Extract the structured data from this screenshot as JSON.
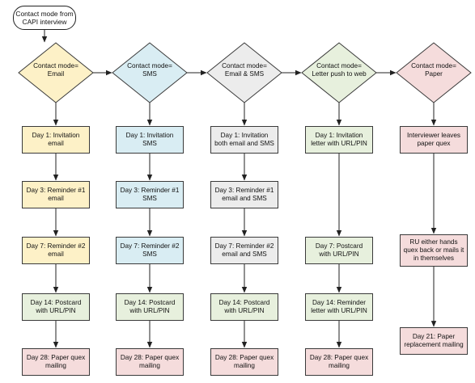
{
  "colors": {
    "yellow": "#fdf1c7",
    "blue": "#d9edf3",
    "gray": "#ececec",
    "green": "#e7f0dd",
    "pink": "#f5dcdc",
    "line": "#222222"
  },
  "start": {
    "lines": [
      "Contact mode from",
      "CAPI interview"
    ]
  },
  "modes": [
    {
      "key": "email",
      "color": "#fdf1c7",
      "decision": [
        "Contact mode=",
        "Email"
      ],
      "steps": [
        {
          "row": 0,
          "lines": [
            "Day 1: Invitation",
            "email"
          ]
        },
        {
          "row": 1,
          "lines": [
            "Day 3: Reminder #1",
            "email"
          ]
        },
        {
          "row": 2,
          "lines": [
            "Day 7: Reminder #2",
            "email"
          ]
        },
        {
          "row": 3,
          "lines": [
            "Day 14: Postcard",
            "with URL/PIN"
          ],
          "color": "#e7f0dd"
        },
        {
          "row": 4,
          "lines": [
            "Day 28: Paper quex",
            "mailing"
          ],
          "color": "#f5dcdc"
        }
      ]
    },
    {
      "key": "sms",
      "color": "#d9edf3",
      "decision": [
        "Contact mode=",
        "SMS"
      ],
      "steps": [
        {
          "row": 0,
          "lines": [
            "Day 1: Invitation",
            "SMS"
          ]
        },
        {
          "row": 1,
          "lines": [
            "Day 3: Reminder #1",
            "SMS"
          ]
        },
        {
          "row": 2,
          "lines": [
            "Day 7: Reminder #2",
            "SMS"
          ]
        },
        {
          "row": 3,
          "lines": [
            "Day 14: Postcard",
            "with URL/PIN"
          ],
          "color": "#e7f0dd"
        },
        {
          "row": 4,
          "lines": [
            "Day 28: Paper quex",
            "mailing"
          ],
          "color": "#f5dcdc"
        }
      ]
    },
    {
      "key": "email-sms",
      "color": "#ececec",
      "decision": [
        "Contact mode=",
        "Email & SMS"
      ],
      "steps": [
        {
          "row": 0,
          "lines": [
            "Day 1: Invitation",
            "both email and SMS"
          ]
        },
        {
          "row": 1,
          "lines": [
            "Day 3: Reminder #1",
            "email and SMS"
          ]
        },
        {
          "row": 2,
          "lines": [
            "Day 7: Reminder #2",
            "email and SMS"
          ]
        },
        {
          "row": 3,
          "lines": [
            "Day 14: Postcard",
            "with URL/PIN"
          ],
          "color": "#e7f0dd"
        },
        {
          "row": 4,
          "lines": [
            "Day 28: Paper quex",
            "mailing"
          ],
          "color": "#f5dcdc"
        }
      ]
    },
    {
      "key": "letter",
      "color": "#e7f0dd",
      "decision": [
        "Contact mode=",
        "Letter push to web"
      ],
      "steps": [
        {
          "row": 0,
          "lines": [
            "Day 1: Invitation",
            "letter with URL/PIN"
          ]
        },
        {
          "row": 2,
          "lines": [
            "Day 7: Postcard",
            "with URL/PIN"
          ]
        },
        {
          "row": 3,
          "lines": [
            "Day 14: Reminder",
            "letter with URL/PIN"
          ]
        },
        {
          "row": 4,
          "lines": [
            "Day 28: Paper quex",
            "mailing"
          ],
          "color": "#f5dcdc"
        }
      ]
    },
    {
      "key": "paper",
      "color": "#f5dcdc",
      "decision": [
        "Contact mode=",
        "Paper"
      ],
      "steps": [
        {
          "row": 0,
          "lines": [
            "Interviewer leaves",
            "paper quex"
          ]
        },
        {
          "row": 2,
          "lines": [
            "RU either hands",
            "quex back or mails it",
            "in themselves"
          ]
        },
        {
          "row": 3.62,
          "lines": [
            "Day 21: Paper",
            "replacement mailing"
          ]
        }
      ]
    }
  ]
}
